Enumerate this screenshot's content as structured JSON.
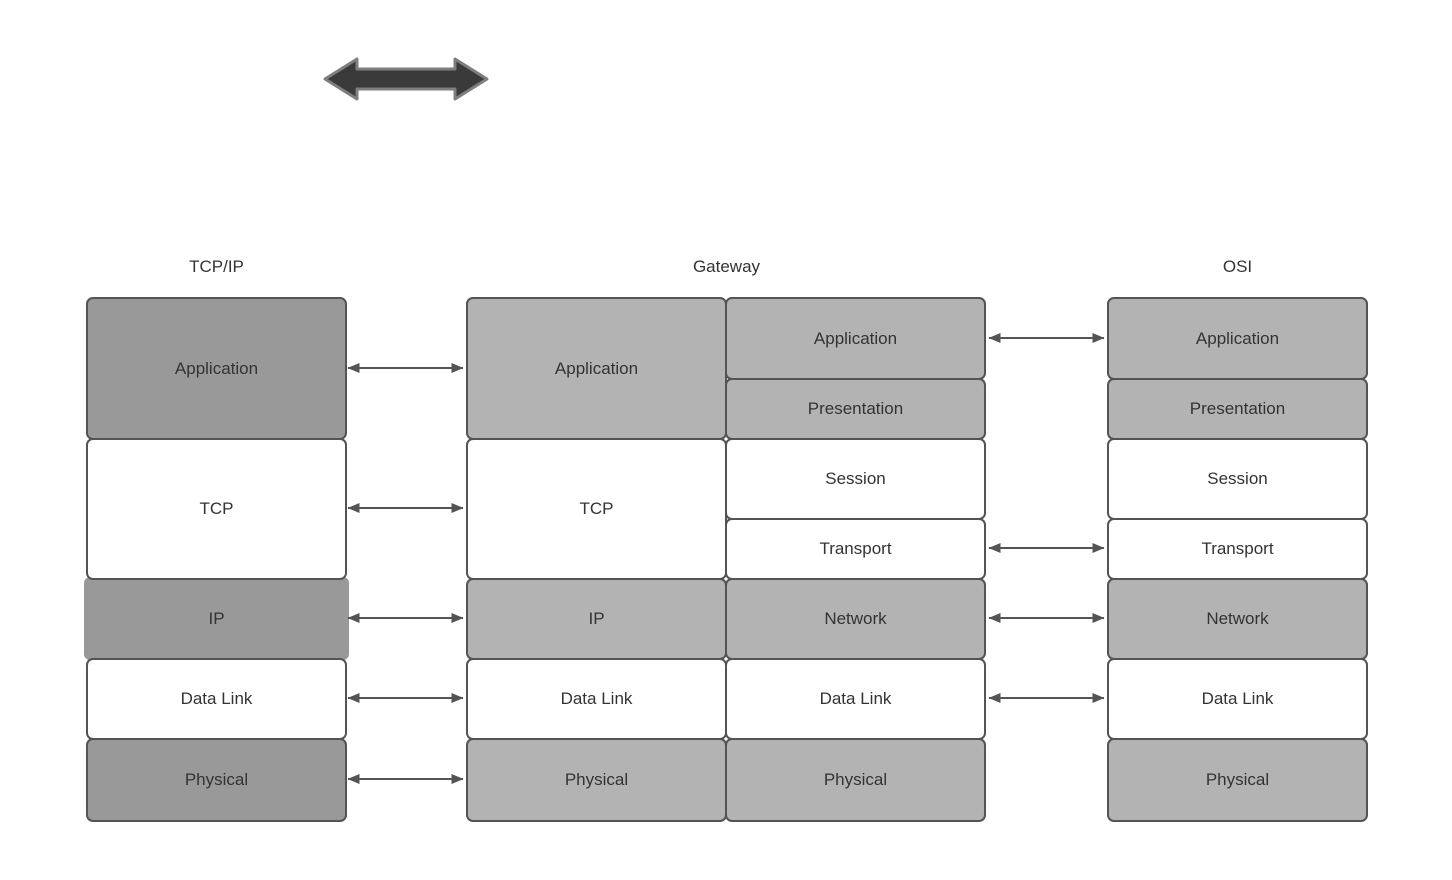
{
  "diagram": {
    "colors": {
      "canvas_bg": "#ffffff",
      "dark_gray_fill": "#999999",
      "light_gray_fill": "#b3b3b3",
      "white_fill": "#ffffff",
      "stroke": "#545454",
      "text": "#333333",
      "big_arrow_fill": "#3a3a3a",
      "big_arrow_stroke": "#7e7e7e"
    },
    "shapes": {
      "double_arrow": "bidirectional-horizontal-arrow"
    },
    "tcpip": {
      "title": "TCP/IP",
      "layers": [
        "Application",
        "TCP",
        "IP",
        "Data Link",
        "Physical"
      ]
    },
    "gateway": {
      "title": "Gateway",
      "left_stack": [
        "Application",
        "TCP",
        "IP",
        "Data Link",
        "Physical"
      ],
      "right_stack": [
        "Application",
        "Presentation",
        "Session",
        "Transport",
        "Network",
        "Data Link",
        "Physical"
      ]
    },
    "osi": {
      "title": "OSI",
      "layers": [
        "Application",
        "Presentation",
        "Session",
        "Transport",
        "Network",
        "Data Link",
        "Physical"
      ]
    }
  }
}
